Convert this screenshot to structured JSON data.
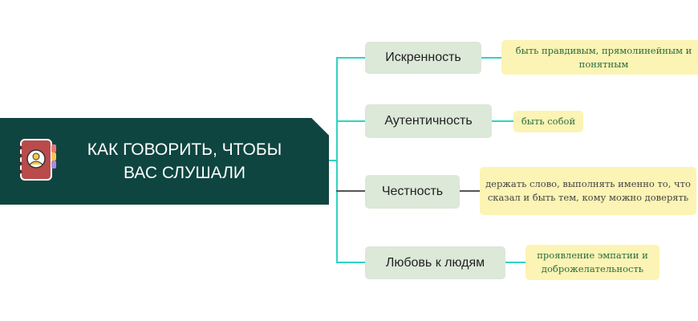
{
  "root": {
    "title_line1": "КАК ГОВОРИТЬ, ЧТОБЫ",
    "title_line2": "ВАС СЛУШАЛИ",
    "icon": "notebook-contact-icon"
  },
  "branches": [
    {
      "label": "Искренность",
      "note": "быть правдивым, прямолинейным и понятным"
    },
    {
      "label": "Аутентичность",
      "note": "быть собой"
    },
    {
      "label": "Честность",
      "note": "держать слово, выполнять именно то, что сказал и быть тем, кому можно доверять"
    },
    {
      "label": "Любовь к людям",
      "note": "проявление эмпатии и доброжелательность"
    }
  ],
  "colors": {
    "root": "#0f4540",
    "connector": "#2fd3c2",
    "node": "#dce8d8",
    "note": "#fbf4b4"
  }
}
